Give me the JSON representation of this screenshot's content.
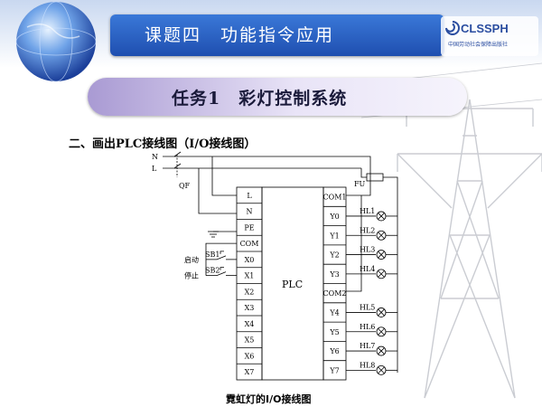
{
  "course_title": "课题四　功能指令应用",
  "logo": {
    "word": "CLSSPH",
    "subtitle": "中国劳动社会保障出版社",
    "icon": "swirl-logo-icon"
  },
  "task_title": "任务1　彩灯控制系统",
  "section_heading": "二、画出PLC接线图（I/O接线图）",
  "caption": "霓虹灯的I/O接线图",
  "diagram": {
    "power": {
      "n": "N",
      "l": "L",
      "breaker": "QF",
      "fuse": "FU"
    },
    "plc_label": "PLC",
    "left_terminals": [
      "L",
      "N",
      "PE",
      "COM",
      "X0",
      "X1",
      "X2",
      "X3",
      "X4",
      "X5",
      "X6",
      "X7"
    ],
    "right_terminals": [
      "COM1",
      "Y0",
      "Y1",
      "Y2",
      "Y3",
      "COM2",
      "Y4",
      "Y5",
      "Y6",
      "Y7"
    ],
    "buttons": [
      {
        "id": "SB1",
        "label": "启动"
      },
      {
        "id": "SB2",
        "label": "停止"
      }
    ],
    "lamps": [
      "HL1",
      "HL2",
      "HL3",
      "HL4",
      "HL5",
      "HL6",
      "HL7",
      "HL8"
    ]
  },
  "colors": {
    "title_blue": "#2a5fc4",
    "task_purple": "#a99ad3",
    "line": "#000000"
  }
}
